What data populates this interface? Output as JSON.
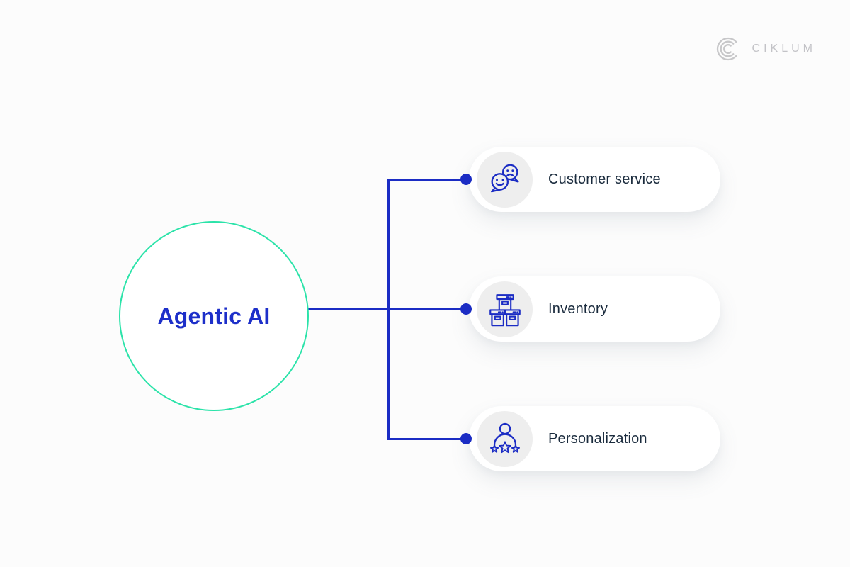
{
  "brand": {
    "name": "CIKLUM"
  },
  "root_node": {
    "label": "Agentic AI"
  },
  "nodes": [
    {
      "label": "Customer service",
      "icon": "chat-bubbles-icon"
    },
    {
      "label": "Inventory",
      "icon": "inventory-boxes-icon"
    },
    {
      "label": "Personalization",
      "icon": "person-stars-icon"
    }
  ],
  "colors": {
    "page_bg": "#FCFCFC",
    "card_bg": "#FFFFFF",
    "root_circle_border": "#2BE3A9",
    "root_label_blue": "#1D2FC9",
    "connector_blue": "#1B2CC4",
    "icon_blue": "#1B2CC4",
    "icon_circle_bg": "#EEEEEE",
    "card_label_color": "#1A2B3D",
    "logo_gray": "#C3C3C7"
  }
}
